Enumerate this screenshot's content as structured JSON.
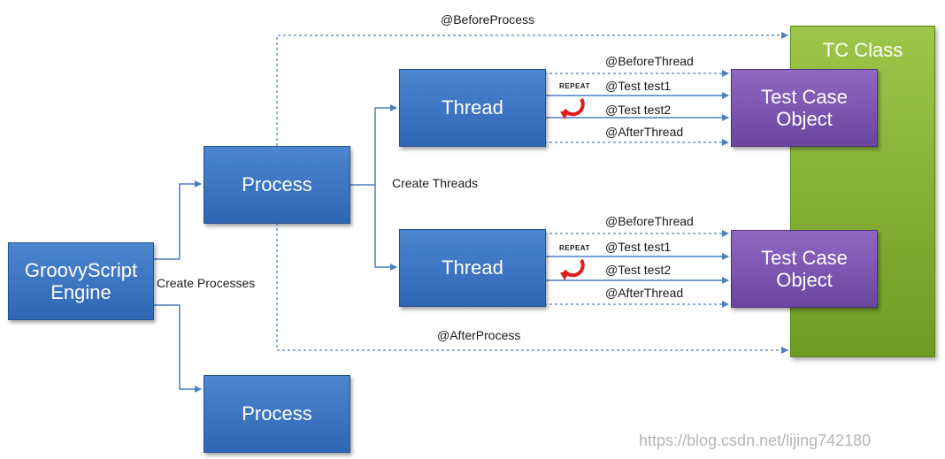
{
  "diagram": {
    "tc_class_label": "TC Class",
    "engine_label": [
      "GroovyScript",
      "Engine"
    ],
    "process_label": "Process",
    "thread_label": "Thread",
    "tc_object_label": [
      "Test Case",
      "Object"
    ],
    "create_processes": "Create Processes",
    "create_threads": "Create Threads",
    "before_process": "@BeforeProcess",
    "after_process": "@AfterProcess",
    "before_thread": "@BeforeThread",
    "test1": "@Test test1",
    "test2": "@Test test2",
    "after_thread": "@AfterThread",
    "repeat": "REPEAT",
    "watermark": "https://blog.csdn.net/lijing742180"
  },
  "colors": {
    "box_blue": "#3a75c4",
    "box_purple": "#7b55b0",
    "class_green": "#86b03a",
    "arrow_blue": "#4a7fc1",
    "repeat_red": "#e01b1b"
  }
}
